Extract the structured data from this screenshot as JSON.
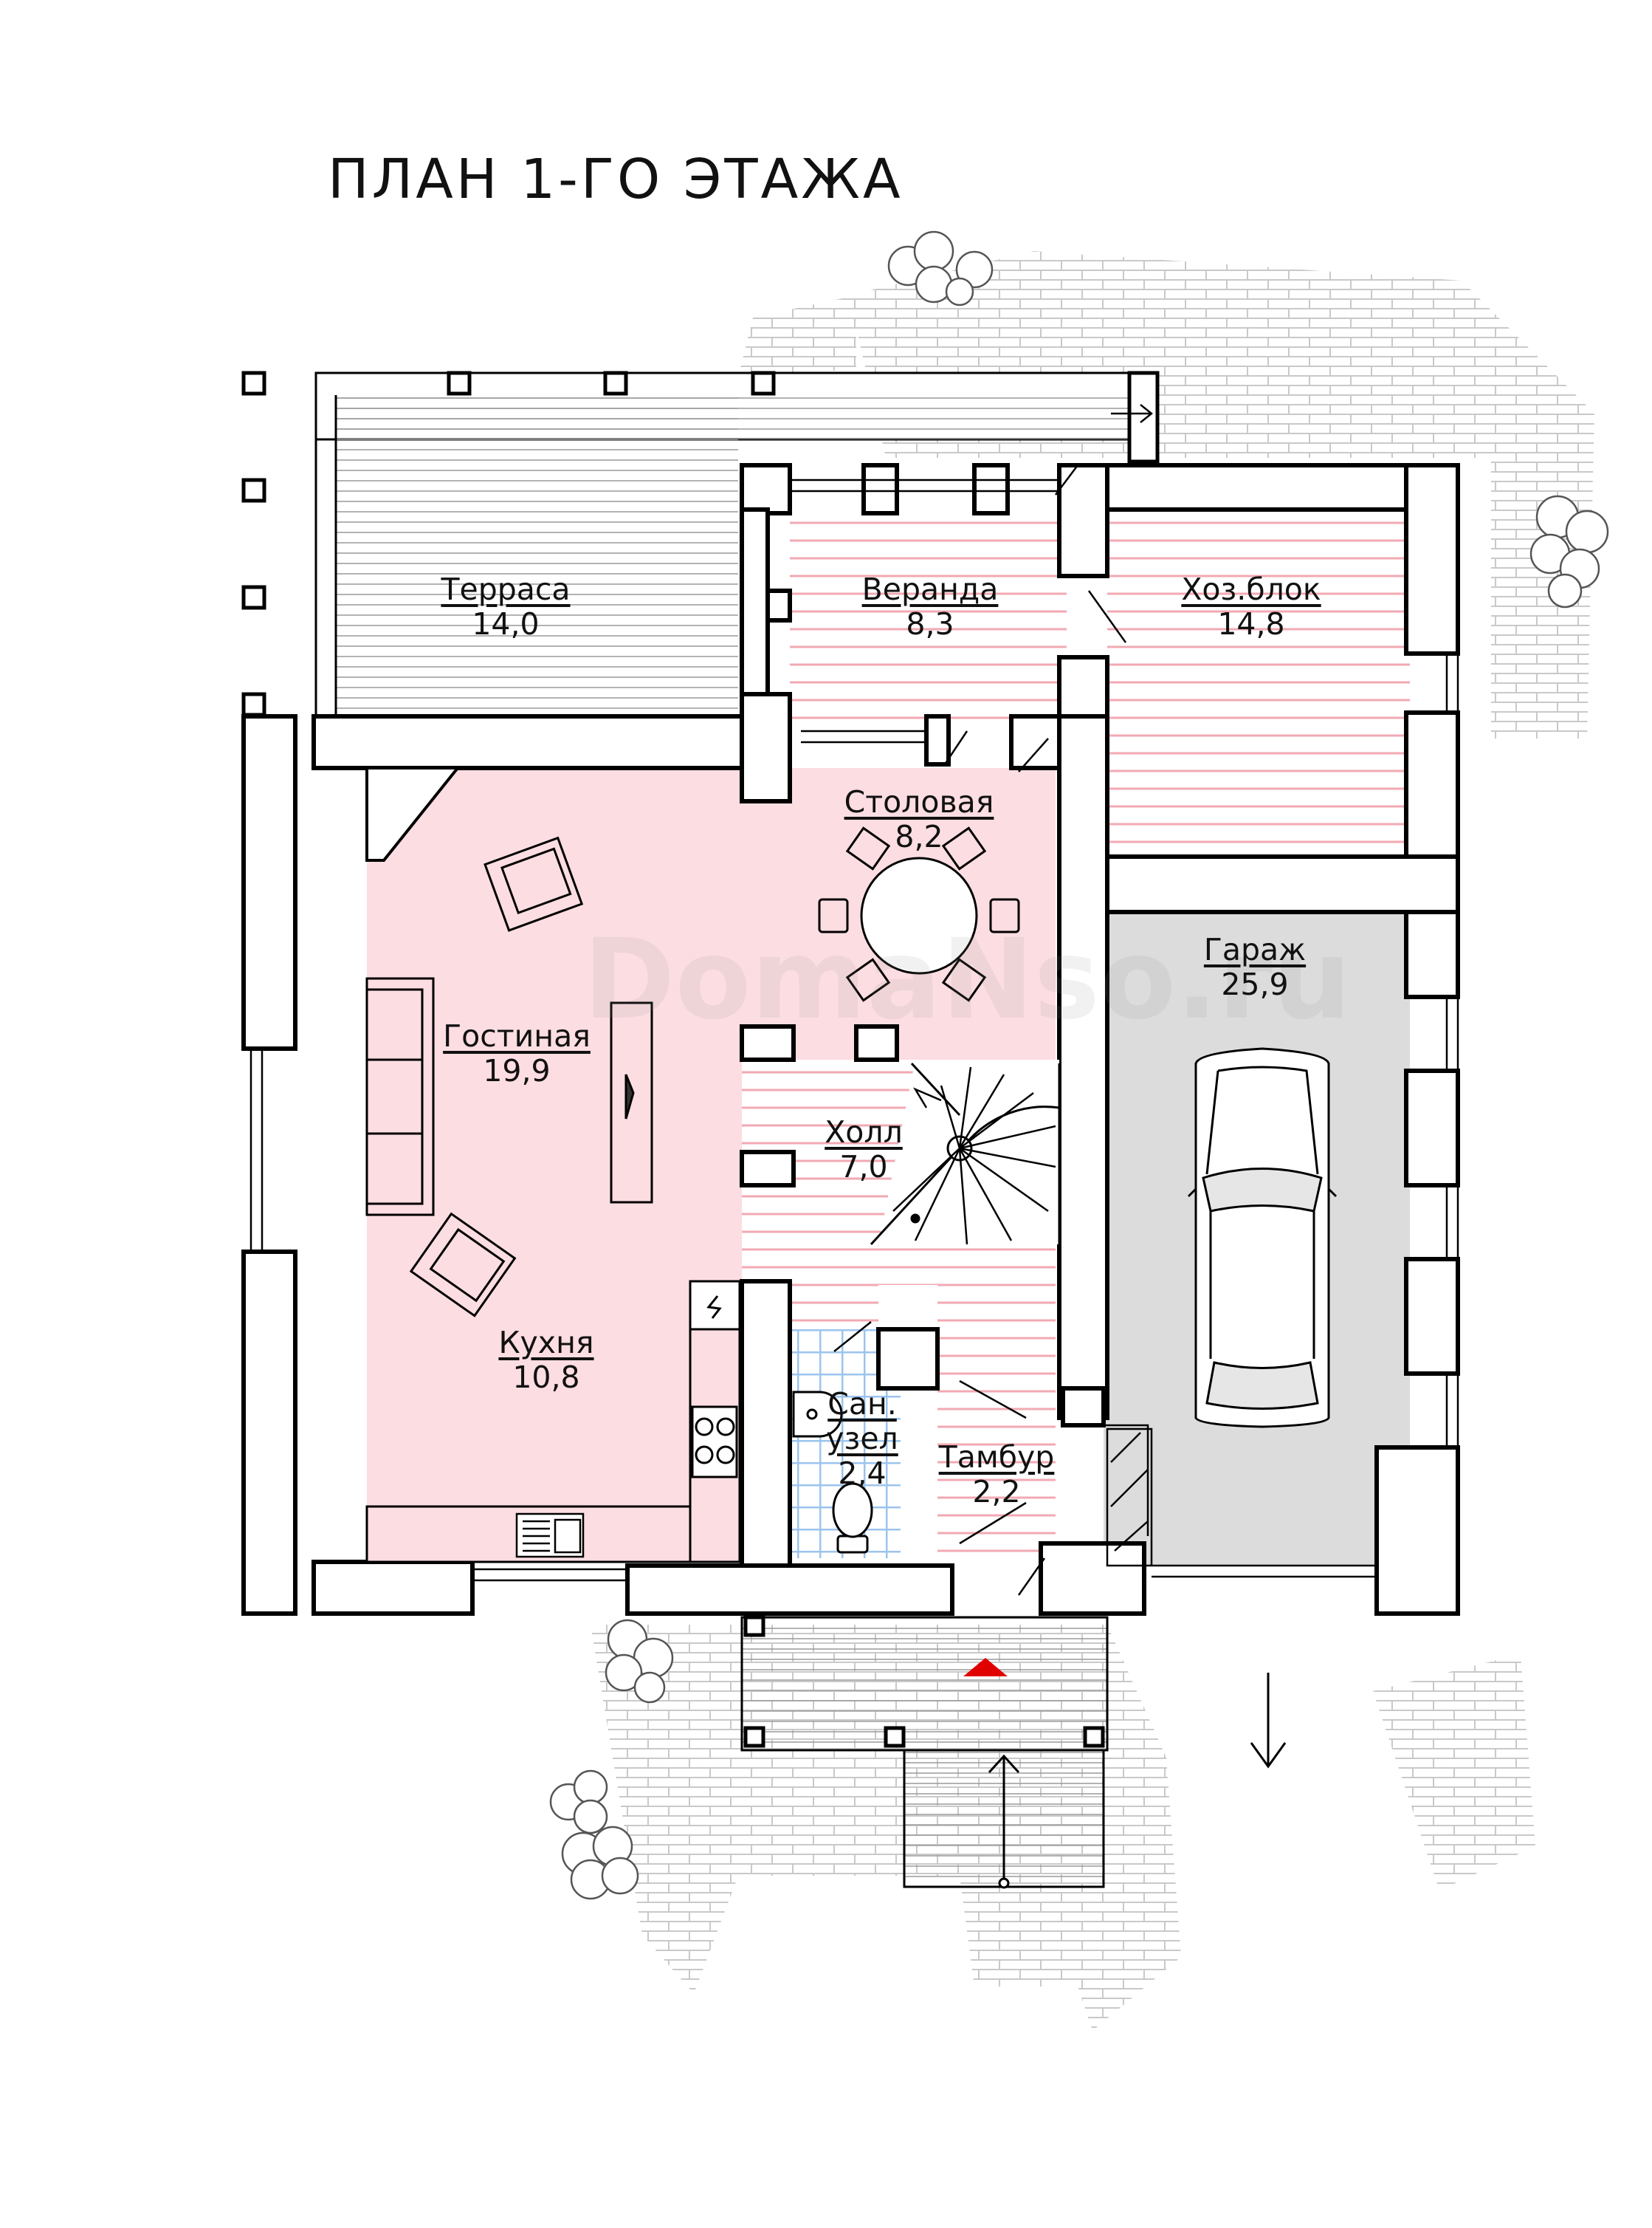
{
  "title": "ПЛАН  1-ГО  ЭТАЖА",
  "watermark": "DomaNso.ru",
  "rooms": [
    {
      "name": "Терраса",
      "area": "14,0"
    },
    {
      "name": "Веранда",
      "area": "8,3"
    },
    {
      "name": "Хоз.блок",
      "area": "14,8"
    },
    {
      "name": "Столовая",
      "area": "8,2"
    },
    {
      "name": "Гостиная",
      "area": "19,9"
    },
    {
      "name": "Гараж",
      "area": "25,9"
    },
    {
      "name": "Холл",
      "area": "7,0"
    },
    {
      "name": "Кухня",
      "area": "10,8"
    },
    {
      "name": "Сан. узел",
      "area": "2,4"
    },
    {
      "name": "Тамбур",
      "area": "2,2"
    }
  ],
  "colors": {
    "living_fill": "#fcdde2",
    "stripe_line": "#f2a9b3",
    "garage_fill": "#dcdcdc",
    "bathroom_tile": "#9cc4ee",
    "wall": "#000000",
    "entrance_arrow": "#e00000",
    "paving": "#cccccc"
  },
  "icons": [
    "north-arrow-icon",
    "entrance-arrow-icon",
    "car-icon",
    "spiral-stair-icon",
    "dining-table-icon",
    "sofa-icon",
    "armchair-icon",
    "stove-icon",
    "sink-icon",
    "toilet-icon",
    "washbasin-icon",
    "tree-icon"
  ]
}
